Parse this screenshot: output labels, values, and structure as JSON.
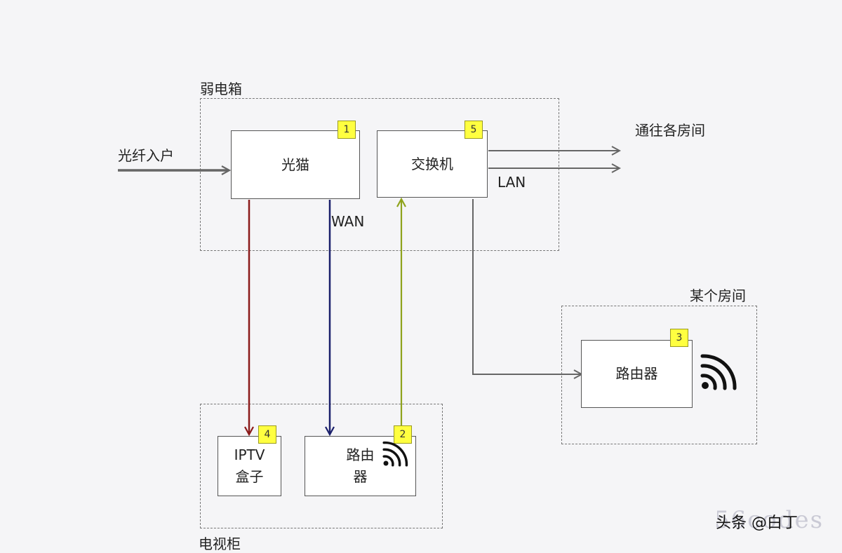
{
  "groups": {
    "weak_box": "弱电箱",
    "tv_cabinet": "电视柜",
    "some_room": "某个房间"
  },
  "nodes": {
    "modem": {
      "label": "光猫",
      "badge": "1"
    },
    "switch": {
      "label": "交换机",
      "badge": "5"
    },
    "room_router": {
      "label": "路由器",
      "badge": "3"
    },
    "iptv": {
      "line1": "IPTV",
      "line2": "盒子",
      "badge": "4"
    },
    "tv_router": {
      "line1": "路由",
      "line2": "器",
      "badge": "2"
    }
  },
  "edge_labels": {
    "fiber_in": "光纤入户",
    "to_rooms": "通往各房间",
    "lan": "LAN",
    "wan": "WAN"
  },
  "watermark": {
    "text": "头条 @白丁",
    "overlay": "56codes"
  },
  "colors": {
    "red_line": "#8b1a1a",
    "navy_line": "#1a1f6b",
    "olive_line": "#8fa31c",
    "gray_line": "#666666",
    "badge": "#ffff40"
  },
  "icons": [
    "wifi-icon"
  ]
}
